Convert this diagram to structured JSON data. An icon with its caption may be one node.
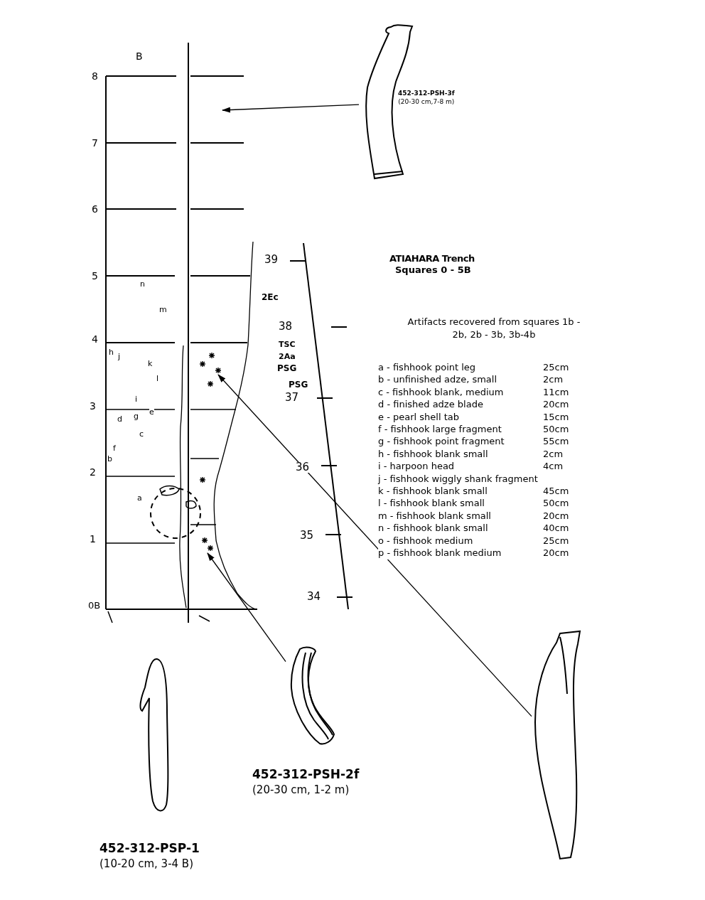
{
  "diagram": {
    "title": "ATIAHARA Trench",
    "nodes": [
      {
        "text": [],
        "shape": "picture",
        "beside": [
          "452-312-PSH-3f",
          "(20-30 cm,7-8 m)"
        ]
      },
      {
        "text": [],
        "shape": "picture",
        "beside": [
          "452-312-PSH-2f",
          "(20-30 cm, 1-2 m)"
        ]
      },
      {
        "text": [],
        "shape": "picture",
        "beside": [
          "452-312-PSP-1",
          "(10-20 cm, 3-4 B)"
        ]
      },
      {
        "text": [],
        "shape": "picture"
      }
    ],
    "edges": [
      {
        "from": 0,
        "to": null,
        "arrow": "to"
      },
      {
        "from": 1,
        "to": null,
        "arrow": "to"
      },
      {
        "from": 3,
        "to": null,
        "arrow": "to"
      }
    ],
    "labels": [
      "B",
      "8",
      "7",
      "6",
      "5",
      "4",
      "3",
      "2",
      "1",
      "0B",
      "n",
      "m",
      "h",
      "j",
      "k",
      "l",
      "i",
      "d",
      "g",
      "e",
      "c",
      "f",
      "b",
      "a",
      "39",
      "2Ec",
      "38",
      "TSC",
      "2Aa",
      "PSG",
      "PSG",
      "37",
      "36",
      "35",
      "34",
      "Squares 0 - 5B",
      "Artifacts recovered from squares 1b - 2b, 2b - 3b, 3b-4b",
      "a - fishhook point leg",
      "25cm",
      "b - unfinished adze, small",
      "2cm",
      "c - fishhook blank, medium",
      "11cm",
      "d - finished adze blade",
      "20cm",
      "e - pearl shell tab",
      "15cm",
      "f - fishhook large fragment",
      "50cm",
      "g - fishhook point fragment",
      "55cm",
      "h - fishhook blank small",
      "2cm",
      "i - harpoon head",
      "4cm",
      "j - fishhook wiggly shank fragment",
      "k - fishhook blank small",
      "45cm",
      "l - fishhook blank small",
      "50cm",
      "m - fishhook blank small",
      "20cm",
      "n - fishhook blank small",
      "40cm",
      "o - fishhook medium",
      "25cm",
      "p - fishhook blank medium",
      "20cm"
    ]
  }
}
